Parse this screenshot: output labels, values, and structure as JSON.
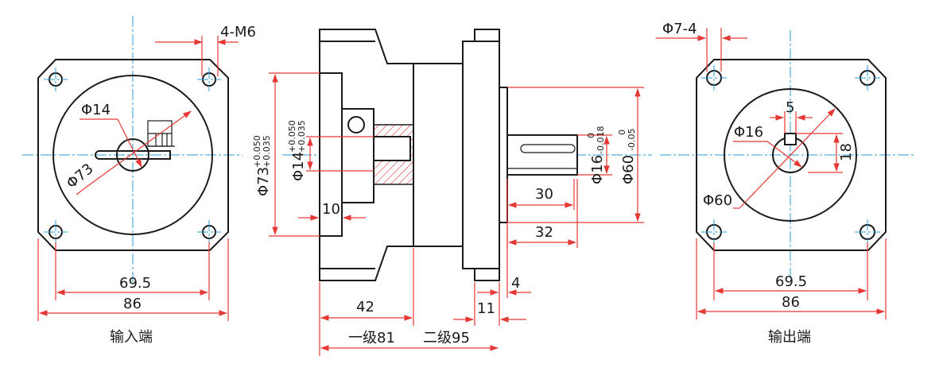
{
  "colors": {
    "object_line": "#1a1a1a",
    "center_line": "#2a9fd6",
    "dimension_line": "#e53935"
  },
  "input_view": {
    "caption": "输入端",
    "dim_bolt": "4-M6",
    "dim_bore": "Φ14",
    "dim_pilot": "Φ73",
    "dim_bolt_spacing": "69.5",
    "dim_flange_width": "86"
  },
  "side_view": {
    "dim_pilot_dia": "Φ73",
    "dim_pilot_tol_upper": "+0.050",
    "dim_pilot_tol_lower": "+0.035",
    "dim_bore_dia": "Φ14",
    "dim_bore_tol_upper": "+0.050",
    "dim_bore_tol_lower": "+0.035",
    "dim_pilot_depth": "10",
    "dim_shaft_dia": "Φ16",
    "dim_shaft_tol_upper": "0",
    "dim_shaft_tol_lower": "-0.018",
    "dim_out_pilot_dia": "Φ60",
    "dim_out_pilot_tol_upper": "0",
    "dim_out_pilot_tol_lower": "-0.05",
    "dim_key_length": "30",
    "dim_shaft_length": "32",
    "dim_pilot_step": "4",
    "dim_flange_thick": "11",
    "dim_input_len": "42",
    "dim_len_stage1": "一级81",
    "dim_len_stage2": "二级95"
  },
  "output_view": {
    "caption": "输出端",
    "dim_holes": "Φ7-4",
    "dim_key_width": "5",
    "dim_shaft": "Φ16",
    "dim_key_height": "18",
    "dim_pilot": "Φ60",
    "dim_bolt_spacing": "69.5",
    "dim_flange_width": "86"
  }
}
